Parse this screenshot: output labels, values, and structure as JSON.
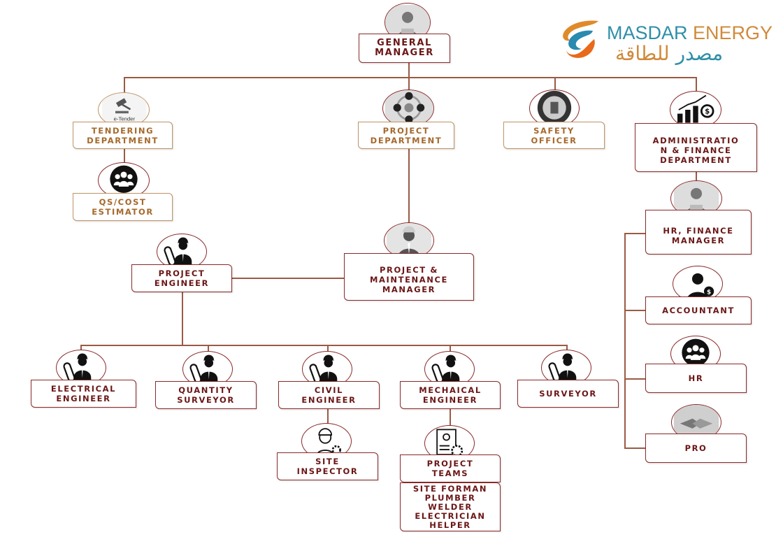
{
  "logo": {
    "name_part1": "MASDAR",
    "name_part2": "ENERGY",
    "arabic_part1": "مصدر",
    "arabic_part2": "للطاقة",
    "teal": "#2f8fa8",
    "gold": "#d08a3a"
  },
  "nodes": {
    "general_manager": [
      "GENERAL",
      "MANAGER"
    ],
    "tendering": [
      "TENDERING",
      "DEPARTMENT"
    ],
    "tender_icon_text": "e-Tender",
    "project_department": [
      "PROJECT",
      "DEPARTMENT"
    ],
    "safety_officer": [
      "SAFETY",
      "OFFICER"
    ],
    "admin_finance": [
      "ADMINISTRATIO",
      "N & FINANCE",
      "DEPARTMENT"
    ],
    "qs_cost": [
      "QS/COST",
      "ESTIMATOR"
    ],
    "project_engineer": [
      "PROJECT",
      "ENGINEER"
    ],
    "project_maintenance_manager": [
      "PROJECT &",
      "MAINTENANCE",
      "MANAGER"
    ],
    "electrical_engineer": [
      "ELECTRICAL",
      "ENGINEER"
    ],
    "quantity_surveyor": [
      "QUANTITY",
      "SURVEYOR"
    ],
    "civil_engineer": [
      "CIVIL",
      "ENGINEER"
    ],
    "mechanical_engineer": [
      "MECHAICAL",
      "ENGINEER"
    ],
    "surveyor": [
      "SURVEYOR"
    ],
    "site_inspector": [
      "SITE",
      "INSPECTOR"
    ],
    "project_teams": [
      "PROJECT",
      "TEAMS"
    ],
    "team_members": [
      "SITE FORMAN",
      "PLUMBER",
      "WELDER",
      "ELECTRICIAN",
      "HELPER"
    ],
    "hr_finance_manager": [
      "HR, FINANCE",
      "MANAGER"
    ],
    "accountant": [
      "ACCOUNTANT"
    ],
    "hr": [
      "HR"
    ],
    "pro": [
      "PRO"
    ]
  },
  "colors": {
    "dark_red": "#6b1616",
    "gold_text": "#a5692c",
    "line": "#9a5a44"
  }
}
